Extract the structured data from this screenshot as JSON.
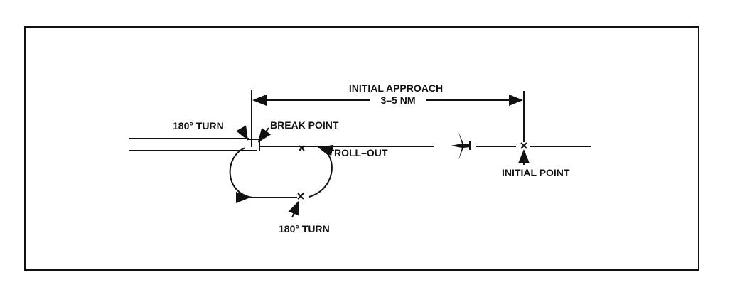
{
  "labels": {
    "initial_approach": "INITIAL APPROACH",
    "distance": "3–5 NM",
    "turn_top": "180° TURN",
    "break_point": "BREAK POINT",
    "roll_out": "ROLL–OUT",
    "initial_point": "INITIAL POINT",
    "turn_bottom": "180° TURN"
  },
  "colors": {
    "ink": "#111111",
    "background": "#ffffff"
  }
}
